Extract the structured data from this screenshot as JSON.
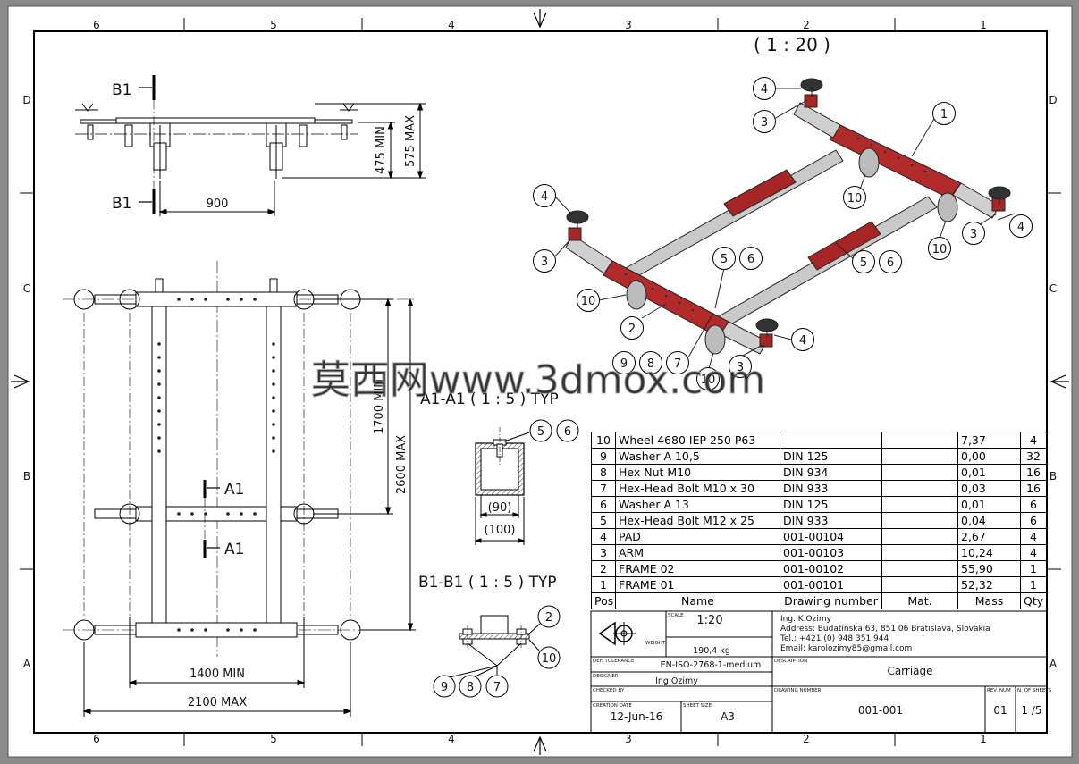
{
  "zone_columns": [
    "6",
    "5",
    "4",
    "3",
    "2",
    "1"
  ],
  "zone_rows": [
    "D",
    "C",
    "B",
    "A"
  ],
  "iso_scale": "( 1 : 20 )",
  "front_view": {
    "section_mark": "B1",
    "dim_width": "900",
    "dim_min_height": "475 MIN",
    "dim_max_height": "575 MAX"
  },
  "top_view": {
    "section_mark": "A1",
    "dim_min_length": "1700 MIN",
    "dim_max_length": "2600 MAX",
    "dim_min_width": "1400 MIN",
    "dim_max_width": "2100 MAX"
  },
  "section_a": {
    "title": "A1-A1 ( 1 : 5 ) TYP",
    "dim_inner": "(90)",
    "dim_outer": "(100)",
    "balloons": [
      "5",
      "6"
    ]
  },
  "section_b": {
    "title": "B1-B1 ( 1 : 5 ) TYP",
    "balloons": [
      "2",
      "10",
      "9",
      "8",
      "7"
    ]
  },
  "iso_balloons": [
    "4",
    "3",
    "1",
    "10",
    "4",
    "3",
    "10",
    "3",
    "4",
    "5",
    "6",
    "5",
    "6",
    "10",
    "2",
    "4",
    "9",
    "8",
    "7",
    "10",
    "3"
  ],
  "watermark": "莫西网www.3dmox.com",
  "bom": {
    "headers": [
      "Pos",
      "Name",
      "Drawing number",
      "Mat.",
      "Mass",
      "Qty"
    ],
    "rows": [
      [
        "10",
        "Wheel 4680 IEP 250 P63",
        "",
        "",
        "7,37",
        "4"
      ],
      [
        "9",
        "Washer  A 10,5",
        "DIN 125",
        "",
        "0,00",
        "32"
      ],
      [
        "8",
        "Hex Nut M10",
        "DIN 934",
        "",
        "0,01",
        "16"
      ],
      [
        "7",
        "Hex-Head Bolt  M10  x 30",
        "DIN 933",
        "",
        "0,03",
        "16"
      ],
      [
        "6",
        "Washer  A 13",
        "DIN 125",
        "",
        "0,01",
        "6"
      ],
      [
        "5",
        "Hex-Head Bolt  M12  x 25",
        "DIN 933",
        "",
        "0,04",
        "6"
      ],
      [
        "4",
        "PAD",
        "001-00104",
        "",
        "2,67",
        "4"
      ],
      [
        "3",
        "ARM",
        "001-00103",
        "",
        "10,24",
        "4"
      ],
      [
        "2",
        "FRAME 02",
        "001-00102",
        "",
        "55,90",
        "1"
      ],
      [
        "1",
        "FRAME 01",
        "001-00101",
        "",
        "52,32",
        "1"
      ]
    ]
  },
  "title_block": {
    "scale_label": "SCALE",
    "scale": "1:20",
    "weight_label": "WEIGHT",
    "weight": "190,4  kg",
    "author": "Ing. K.Ozimy",
    "address": "Address: Budatínska 63, 851 06 Bratislava, Slovakia",
    "tel": "Tel.: +421 (0) 948 351 944",
    "email": "Email: karolozimy85@gmail.com",
    "tolerance_label": "DEF. TOLERANCE",
    "tolerance": "EN-ISO-2768-1-medium",
    "designer_label": "DESIGNER",
    "designer": "Ing.Ozimy",
    "description_label": "DESCRIPTION",
    "description": "Carriage",
    "checked_label": "CHECKED BY",
    "drawing_number_label": "DRAWING NUMBER",
    "drawing_number": "001-001",
    "creation_date_label": "CREATION DATE",
    "creation_date": "12-Jun-16",
    "sheet_size_label": "SHEET SIZE",
    "sheet_size": "A3",
    "rev_label": "REV. NUM",
    "rev": "01",
    "sheet_no_label": "N. OF SHEETS",
    "sheet_no": "1 /5"
  }
}
